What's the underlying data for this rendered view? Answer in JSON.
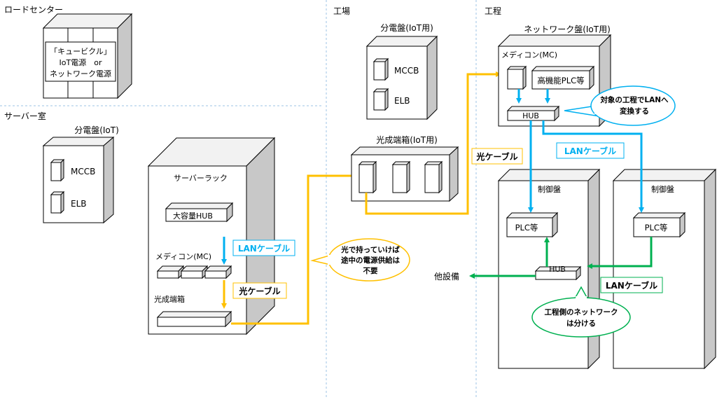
{
  "areas": {
    "load_center": "ロードセンター",
    "server_room": "サーバー室",
    "factory": "工場",
    "process": "工程"
  },
  "load_center": {
    "note_line1": "「キュービクル」",
    "note_line2": "IoT電源　or",
    "note_line3": "ネットワーク電源"
  },
  "server_room": {
    "panel_title": "分電盤(IoT)",
    "mccb": "MCCB",
    "elb": "ELB",
    "rack_title": "サーバーラック",
    "hub_label": "大容量HUB",
    "mc_label": "メディコン(MC)",
    "terminal_label": "光成端箱",
    "lan_cable": "LANケーブル",
    "optical_cable": "光ケーブル"
  },
  "factory": {
    "panel_title": "分電盤(IoT用)",
    "mccb": "MCCB",
    "elb": "ELB",
    "terminal_title": "光成端箱(IoT用)"
  },
  "callouts": {
    "optical_note_line1": "光で持っていけば",
    "optical_note_line2": "途中の電源供給は",
    "optical_note_line3": "不要",
    "lan_convert_line1": "対象の工程でLANへ",
    "lan_convert_line2": "変換する",
    "separate_line1": "工程側のネットワーク",
    "separate_line2": "は分ける"
  },
  "process": {
    "network_panel_title": "ネットワーク盤(IoT用)",
    "mc_label": "メディコン(MC)",
    "plc_advanced": "高機能PLC等",
    "hub": "HUB",
    "optical_cable": "光ケーブル",
    "lan_cable_top": "LANケーブル",
    "control_panel_1": "制御盤",
    "control_panel_2": "制御盤",
    "plc_1": "PLC等",
    "plc_2": "PLC等",
    "hub_2": "HUB",
    "lan_cable_bottom": "LANケーブル",
    "other_equipment": "他設備"
  },
  "colors": {
    "optical": "#ffc000",
    "lan_blue": "#00b0f0",
    "lan_green": "#00b050",
    "panel_side": "#c8c8c8",
    "divider": "#9dc3e6"
  }
}
